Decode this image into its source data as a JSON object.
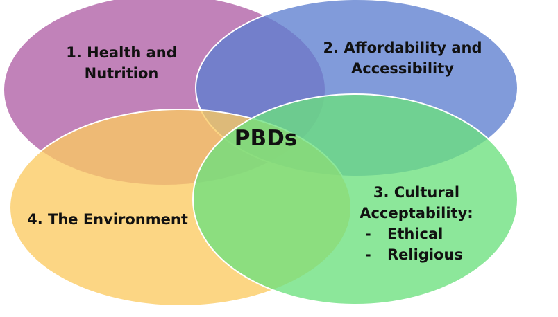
{
  "center_label": "PBDs",
  "circles": [
    {
      "id": "health",
      "lines": [
        "1. Health and",
        "Nutrition"
      ],
      "color": "#B05FA5"
    },
    {
      "id": "afford",
      "lines": [
        "2. Affordability and",
        "Accessibility"
      ],
      "color": "#5D7FD0"
    },
    {
      "id": "env",
      "lines": [
        "4. The Environment"
      ],
      "color": "#FBCB62"
    },
    {
      "id": "cult",
      "heading": [
        "3. Cultural",
        "Acceptability:"
      ],
      "items": [
        "Ethical",
        "Religious"
      ],
      "bullet": "-",
      "color": "#6BE07D"
    }
  ]
}
